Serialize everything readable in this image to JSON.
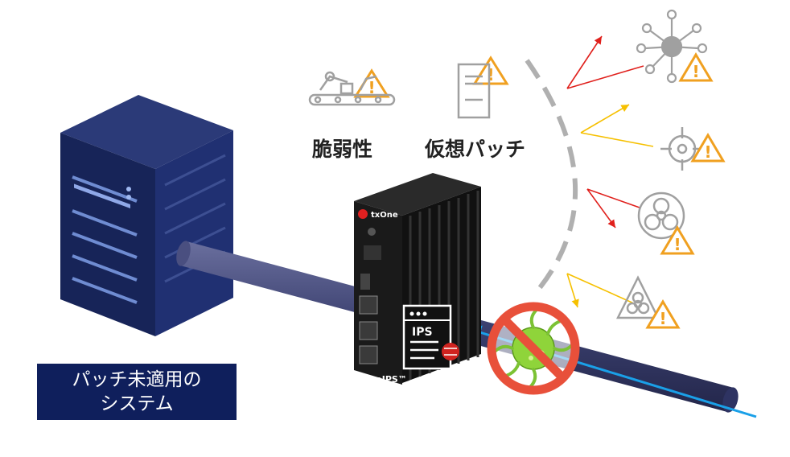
{
  "labels": {
    "vulnerability": "脆弱性",
    "virtual_patch": "仮想パッチ",
    "unpatched_line1": "パッチ未適用の",
    "unpatched_line2": "システム"
  },
  "device": {
    "brand": "txOne",
    "model": "EdgeIPS™",
    "module": "IPS"
  },
  "colors": {
    "navy": "#0f1f5c",
    "warning": "#f0a020",
    "arrow_red": "#e0201c",
    "arrow_yellow": "#f6c000",
    "cable": "#3a3f6e",
    "traffic": "#1aa0e8",
    "no_sign": "#e8503a",
    "virus": "#8fd43a"
  }
}
